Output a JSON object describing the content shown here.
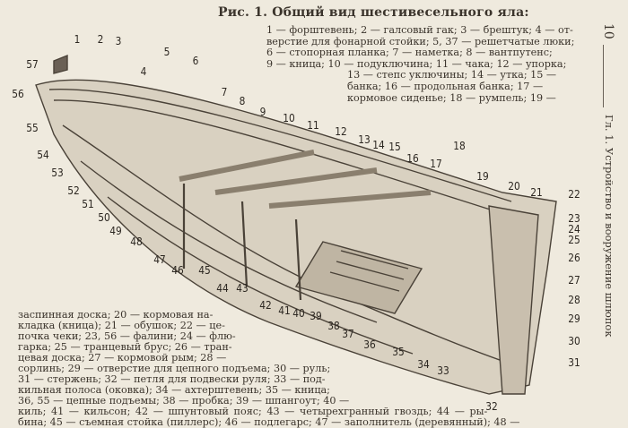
{
  "figure": {
    "title": "Рис. 1. Общий вид шестивесельного яла:",
    "legend_lines": [
      "1 — форштевень; 2 — галсовый гак; 3 — брештук; 4 — от-",
      "верстие для фонарной стойки; 5, 37 — решетчатые люки;",
      "6 — стопорная планка; 7 — наметка; 8 — вантпутенс;",
      "9 — кница; 10 — подуключина; 11 — чака; 12 — упорка;",
      "13 — степс уключины; 14 — утка; 15 —",
      "банка; 16 — продольная банка; 17 —",
      "кормовое сиденье; 18 — румпель; 19 —"
    ],
    "callouts": [
      "1",
      "2",
      "3",
      "4",
      "5",
      "6",
      "7",
      "8",
      "9",
      "10",
      "11",
      "12",
      "13",
      "14",
      "15",
      "16",
      "17",
      "18",
      "19",
      "20",
      "21",
      "22",
      "23",
      "24",
      "25",
      "26",
      "27",
      "28",
      "29",
      "30",
      "31",
      "32",
      "33",
      "34",
      "35",
      "36",
      "37",
      "38",
      "39",
      "40",
      "41",
      "42",
      "43",
      "44",
      "45",
      "46",
      "47",
      "48",
      "49",
      "50",
      "51",
      "52",
      "53",
      "54",
      "55",
      "56",
      "57"
    ]
  },
  "body_lines": [
    "заспинная доска; 20 — кормовая на-",
    "кладка (кница); 21 — обушок; 22 — це-",
    "почка чеки; 23, 56 — фалини; 24 — флю-",
    "гарка; 25 — транцевый брус; 26 — тран-",
    "цевая доска; 27 — кормовой рым; 28 —",
    "сорлинь; 29 — отверстие для цепного подъема; 30 — руль;",
    "31 — стержень; 32 — петля для подвески руля; 33 — под-",
    "кильная полоса (оковка); 34 — ахтерштевень; 35 — кница;",
    "36, 55 — цепные подъемы; 38 — пробка; 39 — шпангоут; 40 —",
    "киль; 41 — кильсон; 42 — шпунтовый пояс; 43 — четырехгранный гвоздь; 44 — ры-",
    "бина; 45 — съемная стойка (пиллерс); 46 — подлегарс; 47 — заполнитель (деревянный); 48 —"
  ],
  "running_head": {
    "page_number": "10",
    "chapter": "Гл. 1. Устройство и вооружение шлюпок"
  }
}
